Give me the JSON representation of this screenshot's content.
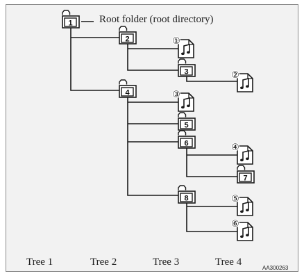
{
  "root_label": "Root folder (root directory)",
  "folders": [
    {
      "id": "folder-1",
      "number": "1",
      "tree": 1
    },
    {
      "id": "folder-2",
      "number": "2",
      "tree": 2
    },
    {
      "id": "folder-3",
      "number": "3",
      "tree": 3
    },
    {
      "id": "folder-4",
      "number": "4",
      "tree": 2
    },
    {
      "id": "folder-5",
      "number": "5",
      "tree": 3
    },
    {
      "id": "folder-6",
      "number": "6",
      "tree": 3
    },
    {
      "id": "folder-7",
      "number": "7",
      "tree": 4
    },
    {
      "id": "folder-8",
      "number": "8",
      "tree": 3
    }
  ],
  "files": [
    {
      "id": "file-1",
      "number": "①",
      "parent": "2",
      "tree": 3
    },
    {
      "id": "file-2",
      "number": "②",
      "parent": "3",
      "tree": 4
    },
    {
      "id": "file-3",
      "number": "③",
      "parent": "4",
      "tree": 3
    },
    {
      "id": "file-4",
      "number": "④",
      "parent": "6",
      "tree": 4
    },
    {
      "id": "file-5",
      "number": "⑤",
      "parent": "8",
      "tree": 4
    },
    {
      "id": "file-6",
      "number": "⑥",
      "parent": "8",
      "tree": 4
    }
  ],
  "tree_labels": [
    "Tree 1",
    "Tree 2",
    "Tree 3",
    "Tree 4"
  ],
  "figure_code": "AA300263",
  "colors": {
    "background": "#f2f2f2",
    "line": "#1a1a1a",
    "border": "#8a8a8a"
  },
  "icons": {
    "folder": "folder-icon",
    "file": "music-file-icon"
  }
}
